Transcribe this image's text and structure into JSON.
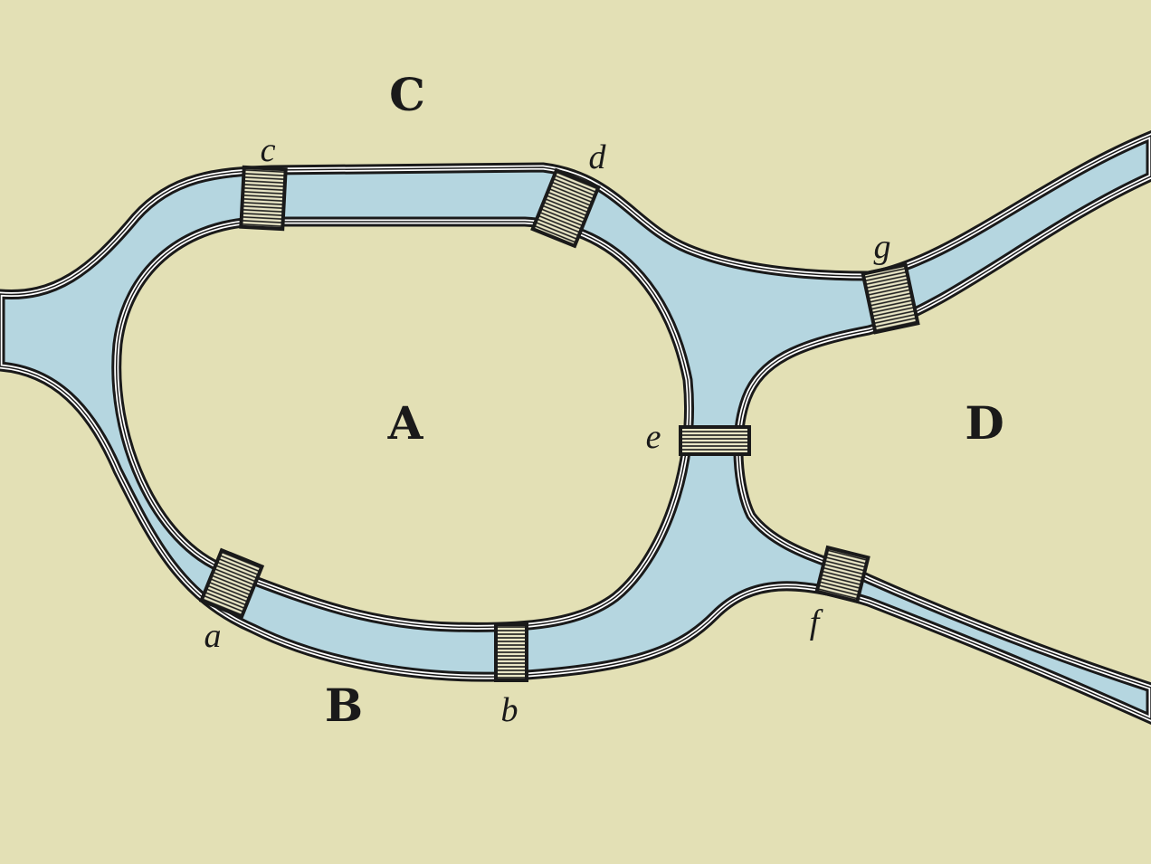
{
  "colors": {
    "land": "#e3e0b5",
    "water": "#b5d6e0",
    "ink": "#1a1a1a"
  },
  "land_masses": {
    "A": "A",
    "B": "B",
    "C": "C",
    "D": "D"
  },
  "bridges": {
    "a": "a",
    "b": "b",
    "c": "c",
    "d": "d",
    "e": "e",
    "f": "f",
    "g": "g"
  }
}
